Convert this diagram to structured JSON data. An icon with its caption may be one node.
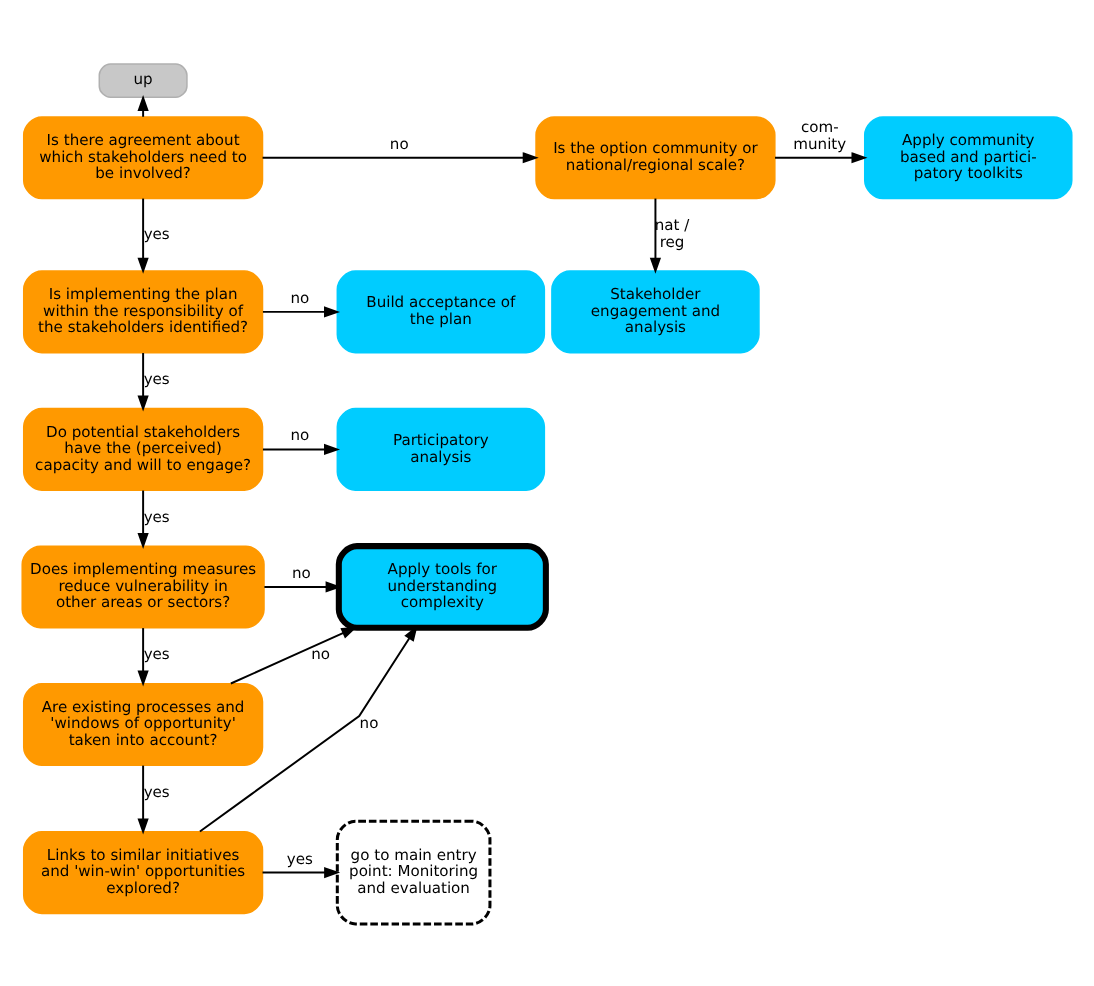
{
  "diagram": {
    "nodes": [
      {
        "text": [
          "up"
        ]
      },
      {
        "text": [
          "Is there agreement about which stakeholders need to be involved?"
        ]
      },
      {
        "text": [
          "Is the option community or national/regional scale?"
        ]
      },
      {
        "text": [
          "Apply community based and partici- patory toolkits"
        ]
      },
      {
        "text": [
          "Is implementing the plan within the responsibility of the stakeholders identified?"
        ]
      },
      {
        "text": [
          "Build acceptance of the plan"
        ]
      },
      {
        "text": [
          "Stakeholder engagement and analysis"
        ]
      },
      {
        "text": [
          "Do potential stakeholders have the (perceived) capacity and will to engage?"
        ]
      },
      {
        "text": [
          "Participatory analysis"
        ]
      },
      {
        "text": [
          "Does implementing measures reduce vulnerability in other areas or sectors?"
        ]
      },
      {
        "text": [
          "Apply tools for understanding complexity"
        ]
      },
      {
        "text": [
          "Are existing processes and 'windows of opportunity' taken into account?"
        ]
      },
      {
        "text": [
          "Links to similar initiatives and 'win-win' opportunities explored?"
        ]
      },
      {
        "text": [
          "go to main entry point: Monitoring and evaluation"
        ]
      }
    ],
    "edges": [
      {
        "from": 1,
        "to": 0,
        "arrow": "to"
      },
      {
        "from": 1,
        "to": 2,
        "arrow": "to",
        "label": "no"
      },
      {
        "from": 2,
        "to": 3,
        "arrow": "to",
        "label": "com- munity"
      },
      {
        "from": 2,
        "to": 6,
        "arrow": "to",
        "label": "nat / reg"
      },
      {
        "from": 1,
        "to": 4,
        "arrow": "to",
        "label": "yes"
      },
      {
        "from": 4,
        "to": 5,
        "arrow": "to",
        "label": "no"
      },
      {
        "from": 4,
        "to": 7,
        "arrow": "to",
        "label": "yes"
      },
      {
        "from": 7,
        "to": 8,
        "arrow": "to",
        "label": "no"
      },
      {
        "from": 7,
        "to": 9,
        "arrow": "to",
        "label": "yes"
      },
      {
        "from": 9,
        "to": 10,
        "arrow": "to",
        "label": "no"
      },
      {
        "from": 9,
        "to": 11,
        "arrow": "to",
        "label": "yes"
      },
      {
        "from": 11,
        "to": 10,
        "arrow": "to",
        "label": "no"
      },
      {
        "from": 11,
        "to": 12,
        "arrow": "to",
        "label": "yes"
      },
      {
        "from": 12,
        "to": 10,
        "arrow": "to",
        "label": "no"
      },
      {
        "from": 12,
        "to": 13,
        "arrow": "to",
        "label": "yes"
      }
    ]
  }
}
